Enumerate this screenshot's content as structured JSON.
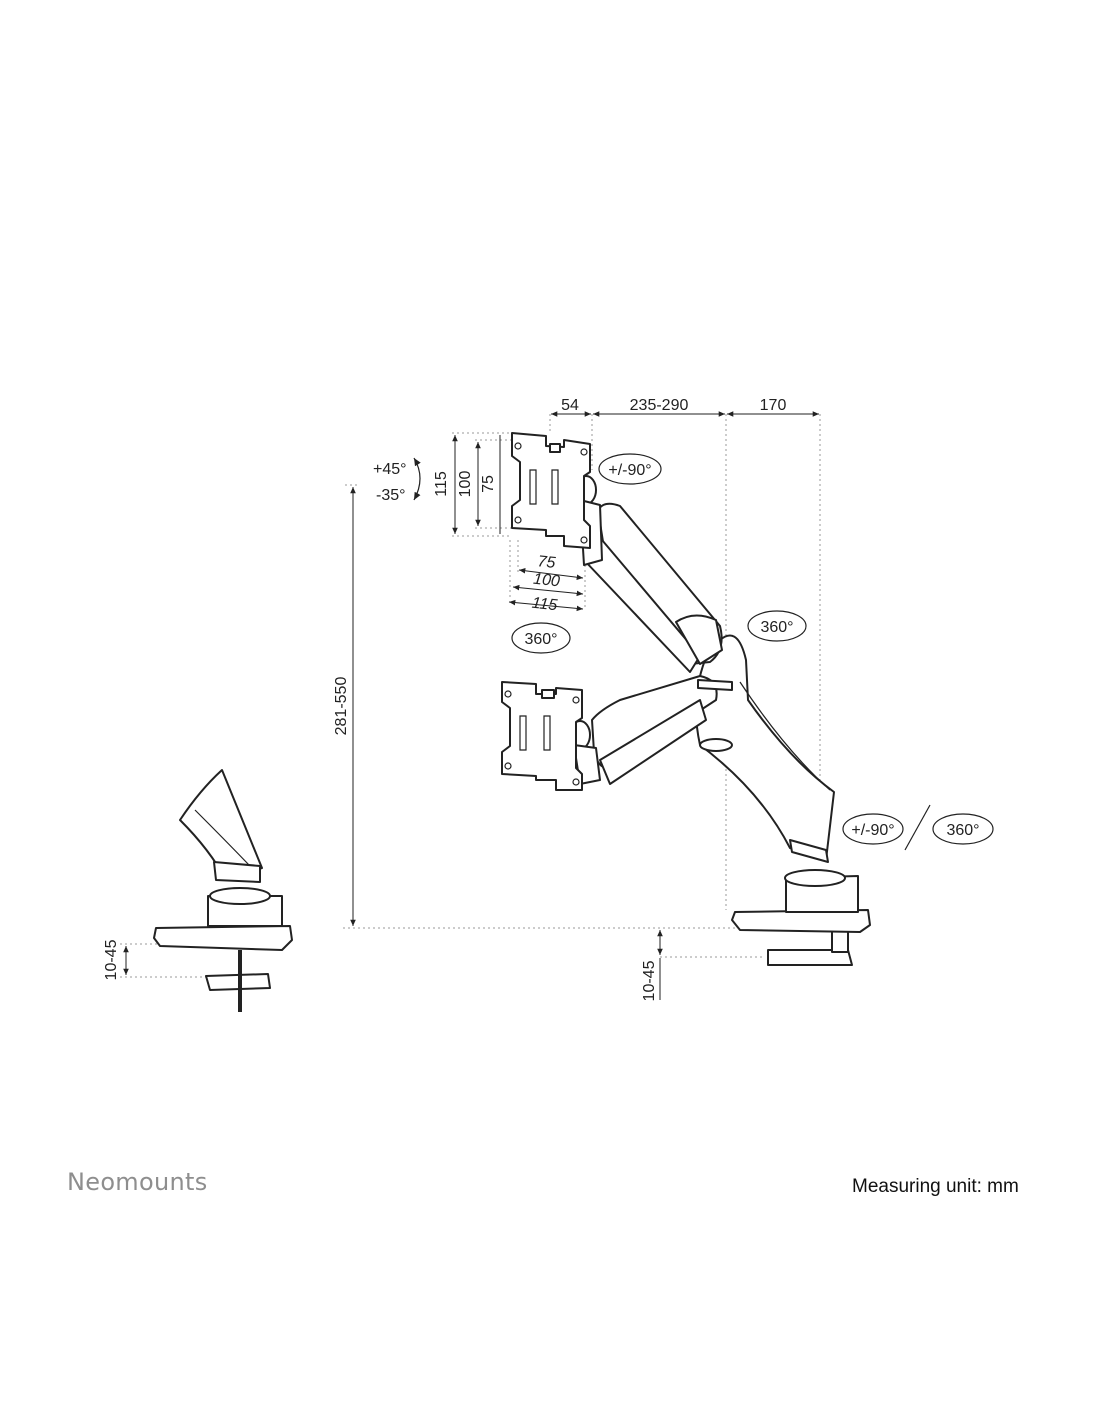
{
  "brand": {
    "name": "Neomounts"
  },
  "footer": {
    "measuring_unit": "Measuring unit: mm"
  },
  "dimensions": {
    "offset_54": "54",
    "arm_length": "235-290",
    "base_depth": "170",
    "height_range": "281-550",
    "vesa_115_v": "115",
    "vesa_100_v": "100",
    "vesa_75_v": "75",
    "vesa_75_h": "75",
    "vesa_100_h": "100",
    "vesa_115_h": "115",
    "desk_thickness_main": "10-45",
    "desk_thickness_detail": "10-45"
  },
  "rotations": {
    "tilt_up": "+45°",
    "tilt_down": "-35°",
    "rotation_top": "+/-90°",
    "swivel_head": "360°",
    "swivel_joint": "360°",
    "rotation_base": "+/-90°",
    "swivel_base": "360°"
  },
  "colors": {
    "line": "#222222",
    "brand": "#8e8e8e",
    "guide": "#9a9a9a"
  }
}
